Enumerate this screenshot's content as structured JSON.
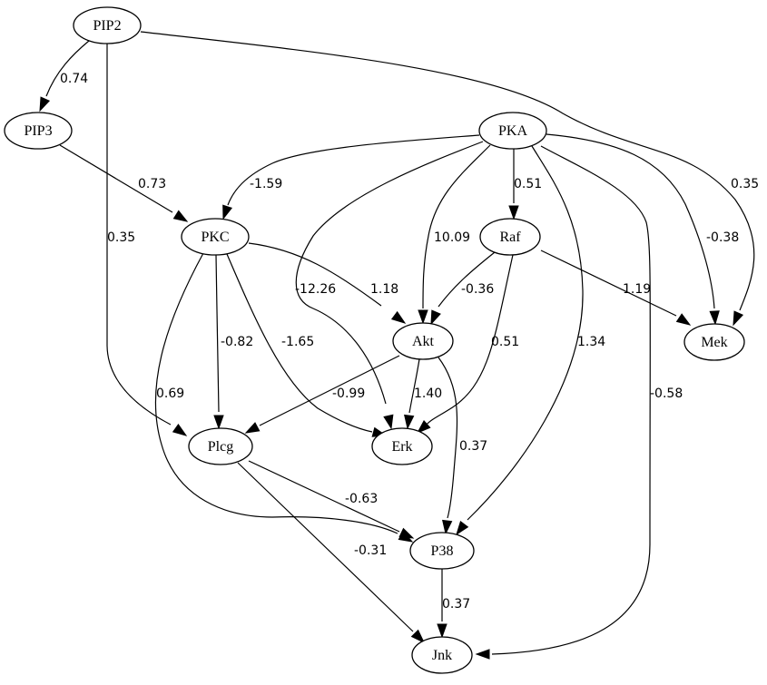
{
  "graph": {
    "nodes": [
      {
        "id": "PIP2",
        "label": "PIP2"
      },
      {
        "id": "PIP3",
        "label": "PIP3"
      },
      {
        "id": "PKA",
        "label": "PKA"
      },
      {
        "id": "PKC",
        "label": "PKC"
      },
      {
        "id": "Raf",
        "label": "Raf"
      },
      {
        "id": "Akt",
        "label": "Akt"
      },
      {
        "id": "Mek",
        "label": "Mek"
      },
      {
        "id": "Plcg",
        "label": "Plcg"
      },
      {
        "id": "Erk",
        "label": "Erk"
      },
      {
        "id": "P38",
        "label": "P38"
      },
      {
        "id": "Jnk",
        "label": "Jnk"
      }
    ],
    "edges": [
      {
        "id": "PIP2-PIP3",
        "from": "PIP2",
        "to": "PIP3",
        "weight": "0.74"
      },
      {
        "id": "PIP2-Plcg",
        "from": "PIP2",
        "to": "Plcg",
        "weight": "0.35"
      },
      {
        "id": "PIP2-Mek",
        "from": "PIP2",
        "to": "Mek",
        "weight": "0.35"
      },
      {
        "id": "PIP3-PKC",
        "from": "PIP3",
        "to": "PKC",
        "weight": "0.73"
      },
      {
        "id": "PKA-PKC",
        "from": "PKA",
        "to": "PKC",
        "weight": "-1.59"
      },
      {
        "id": "PKA-Raf",
        "from": "PKA",
        "to": "Raf",
        "weight": "0.51"
      },
      {
        "id": "PKA-Akt",
        "from": "PKA",
        "to": "Akt",
        "weight": "10.09"
      },
      {
        "id": "PKA-Erk",
        "from": "PKA",
        "to": "Erk",
        "weight": "-12.26"
      },
      {
        "id": "PKA-P38",
        "from": "PKA",
        "to": "P38",
        "weight": "1.34"
      },
      {
        "id": "PKA-Mek",
        "from": "PKA",
        "to": "Mek",
        "weight": "-0.38"
      },
      {
        "id": "PKA-Jnk",
        "from": "PKA",
        "to": "Jnk",
        "weight": "-0.58"
      },
      {
        "id": "PKC-Akt",
        "from": "PKC",
        "to": "Akt",
        "weight": "1.18"
      },
      {
        "id": "PKC-Plcg",
        "from": "PKC",
        "to": "Plcg",
        "weight": "-0.82"
      },
      {
        "id": "PKC-Erk",
        "from": "PKC",
        "to": "Erk",
        "weight": "-1.65"
      },
      {
        "id": "PKC-P38",
        "from": "PKC",
        "to": "P38",
        "weight": "0.69"
      },
      {
        "id": "Raf-Akt",
        "from": "Raf",
        "to": "Akt",
        "weight": "-0.36"
      },
      {
        "id": "Raf-Mek",
        "from": "Raf",
        "to": "Mek",
        "weight": "1.19"
      },
      {
        "id": "Raf-Erk",
        "from": "Raf",
        "to": "Erk",
        "weight": "0.51"
      },
      {
        "id": "Akt-Plcg",
        "from": "Akt",
        "to": "Plcg",
        "weight": "-0.99"
      },
      {
        "id": "Akt-Erk",
        "from": "Akt",
        "to": "Erk",
        "weight": "1.40"
      },
      {
        "id": "Akt-P38",
        "from": "Akt",
        "to": "P38",
        "weight": "0.37"
      },
      {
        "id": "Plcg-P38",
        "from": "Plcg",
        "to": "P38",
        "weight": "-0.63"
      },
      {
        "id": "Plcg-Jnk",
        "from": "Plcg",
        "to": "Jnk",
        "weight": "-0.31"
      },
      {
        "id": "P38-Jnk",
        "from": "P38",
        "to": "Jnk",
        "weight": "0.37"
      }
    ]
  }
}
